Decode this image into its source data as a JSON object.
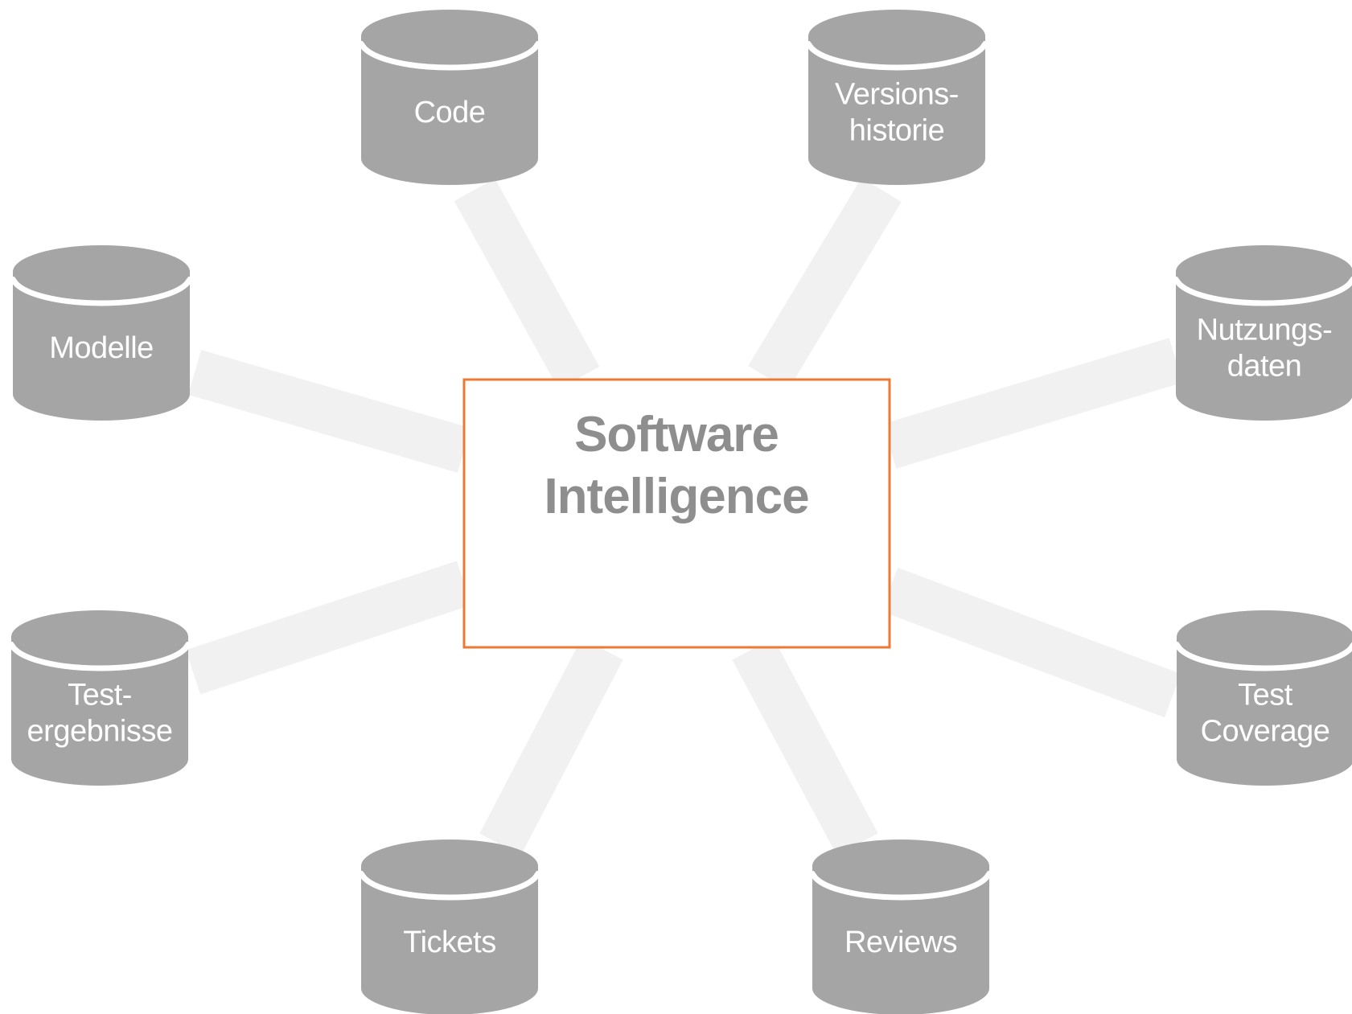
{
  "hub": {
    "title_lines": [
      "Software",
      "Intelligence"
    ],
    "border_color": "#ec7a33",
    "text_color": "#8e8e8e"
  },
  "sources": [
    {
      "id": "code",
      "lines": [
        "Code"
      ]
    },
    {
      "id": "versionshistorie",
      "lines": [
        "Versions-",
        "historie"
      ]
    },
    {
      "id": "modelle",
      "lines": [
        "Modelle"
      ]
    },
    {
      "id": "nutzungsdaten",
      "lines": [
        "Nutzungs-",
        "daten"
      ]
    },
    {
      "id": "testergebnisse",
      "lines": [
        "Test-",
        "ergebnisse"
      ]
    },
    {
      "id": "test-coverage",
      "lines": [
        "Test",
        "Coverage"
      ]
    },
    {
      "id": "tickets",
      "lines": [
        "Tickets"
      ]
    },
    {
      "id": "reviews",
      "lines": [
        "Reviews"
      ]
    }
  ],
  "colors": {
    "database_fill": "#a5a5a5",
    "connector": "#f1f1f1",
    "label": "#ffffff"
  }
}
